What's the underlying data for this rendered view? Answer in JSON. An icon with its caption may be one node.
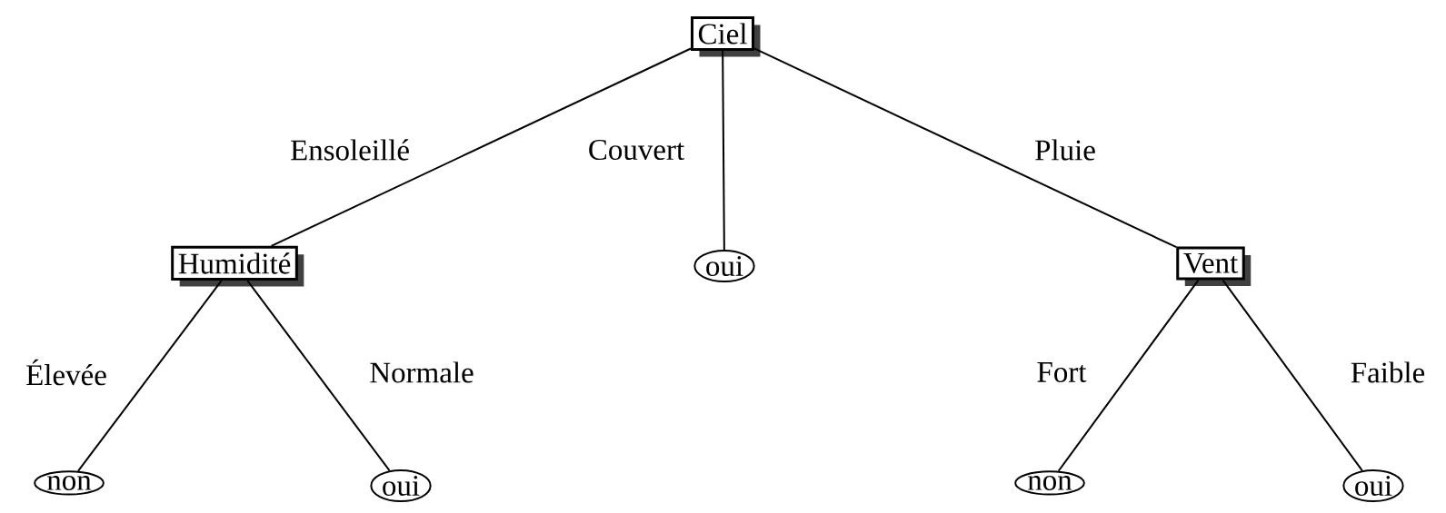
{
  "diagram": {
    "nodes": [
      {
        "text": [
          "Ciel"
        ]
      },
      {
        "text": [
          "Humidité"
        ]
      },
      {
        "text": [
          "oui"
        ]
      },
      {
        "text": [
          "Vent"
        ]
      },
      {
        "text": [
          "non"
        ]
      },
      {
        "text": [
          "oui"
        ]
      },
      {
        "text": [
          "non"
        ]
      },
      {
        "text": [
          "oui"
        ]
      }
    ],
    "edges": [
      {
        "from": 0,
        "to": 1,
        "arrow": "none",
        "label": "Ensoleillé"
      },
      {
        "from": 0,
        "to": 2,
        "arrow": "none",
        "label": "Couvert"
      },
      {
        "from": 0,
        "to": 3,
        "arrow": "none",
        "label": "Pluie"
      },
      {
        "from": 1,
        "to": 4,
        "arrow": "none",
        "label": "Élevée"
      },
      {
        "from": 1,
        "to": 5,
        "arrow": "none",
        "label": "Normale"
      },
      {
        "from": 3,
        "to": 6,
        "arrow": "none",
        "label": "Fort"
      },
      {
        "from": 3,
        "to": 7,
        "arrow": "none",
        "label": "Faible"
      }
    ]
  }
}
